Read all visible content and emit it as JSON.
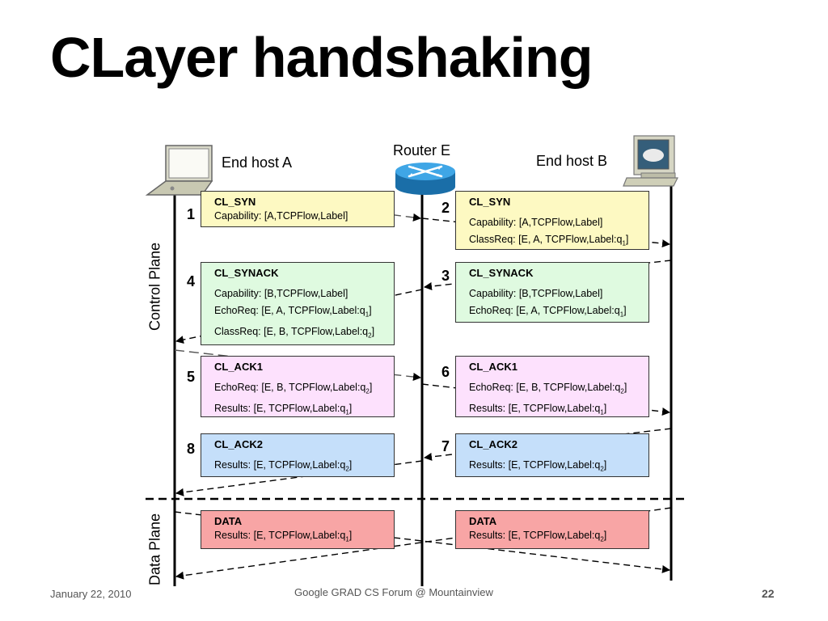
{
  "title": "CLayer handshaking",
  "hosts": {
    "a": "End host A",
    "router": "Router E",
    "b": "End host B"
  },
  "planes": {
    "control": "Control Plane",
    "data": "Data Plane"
  },
  "steps": [
    "1",
    "2",
    "3",
    "4",
    "5",
    "6",
    "7",
    "8"
  ],
  "messages": {
    "m1": {
      "header": "CL_SYN",
      "lines": [
        "Capability: [A,TCPFlow,Label]"
      ]
    },
    "m2": {
      "header": "CL_SYN",
      "lines": [
        "Capability: [A,TCPFlow,Label]",
        "ClassReq: [E, A, TCPFlow,Label:q1]"
      ]
    },
    "m4": {
      "header": "CL_SYNACK",
      "lines": [
        "Capability: [B,TCPFlow,Label]",
        "EchoReq: [E, A, TCPFlow,Label:q1]",
        "ClassReq: [E, B, TCPFlow,Label:q2]"
      ]
    },
    "m3": {
      "header": "CL_SYNACK",
      "lines": [
        "Capability: [B,TCPFlow,Label]",
        "EchoReq: [E, A, TCPFlow,Label:q1]"
      ]
    },
    "m5": {
      "header": "CL_ACK1",
      "lines": [
        "EchoReq: [E, B, TCPFlow,Label:q2]",
        "Results: [E, TCPFlow,Label:q1]"
      ]
    },
    "m6": {
      "header": "CL_ACK1",
      "lines": [
        "EchoReq: [E, B, TCPFlow,Label:q2]",
        "Results: [E, TCPFlow,Label:q1]"
      ]
    },
    "m8": {
      "header": "CL_ACK2",
      "lines": [
        "Results: [E, TCPFlow,Label:q2]"
      ]
    },
    "m7": {
      "header": "CL_ACK2",
      "lines": [
        "Results: [E, TCPFlow,Label:q2]"
      ]
    },
    "d1": {
      "header": "DATA",
      "lines": [
        "Results: [E, TCPFlow,Label:q1]"
      ]
    },
    "d2": {
      "header": "DATA",
      "lines": [
        "Results: [E, TCPFlow,Label:q2]"
      ]
    }
  },
  "footer": {
    "date": "January 22, 2010",
    "venue": "Google GRAD CS Forum @ Mountainview",
    "page": "22"
  },
  "colors": {
    "yellow": "#fdf9c2",
    "green": "#dffae0",
    "pink": "#fde1fd",
    "blue": "#c5dffa",
    "red": "#f8a5a5",
    "router": "#2a8fd0"
  },
  "icons": [
    "laptop-icon",
    "router-icon",
    "desktop-computer-icon"
  ]
}
